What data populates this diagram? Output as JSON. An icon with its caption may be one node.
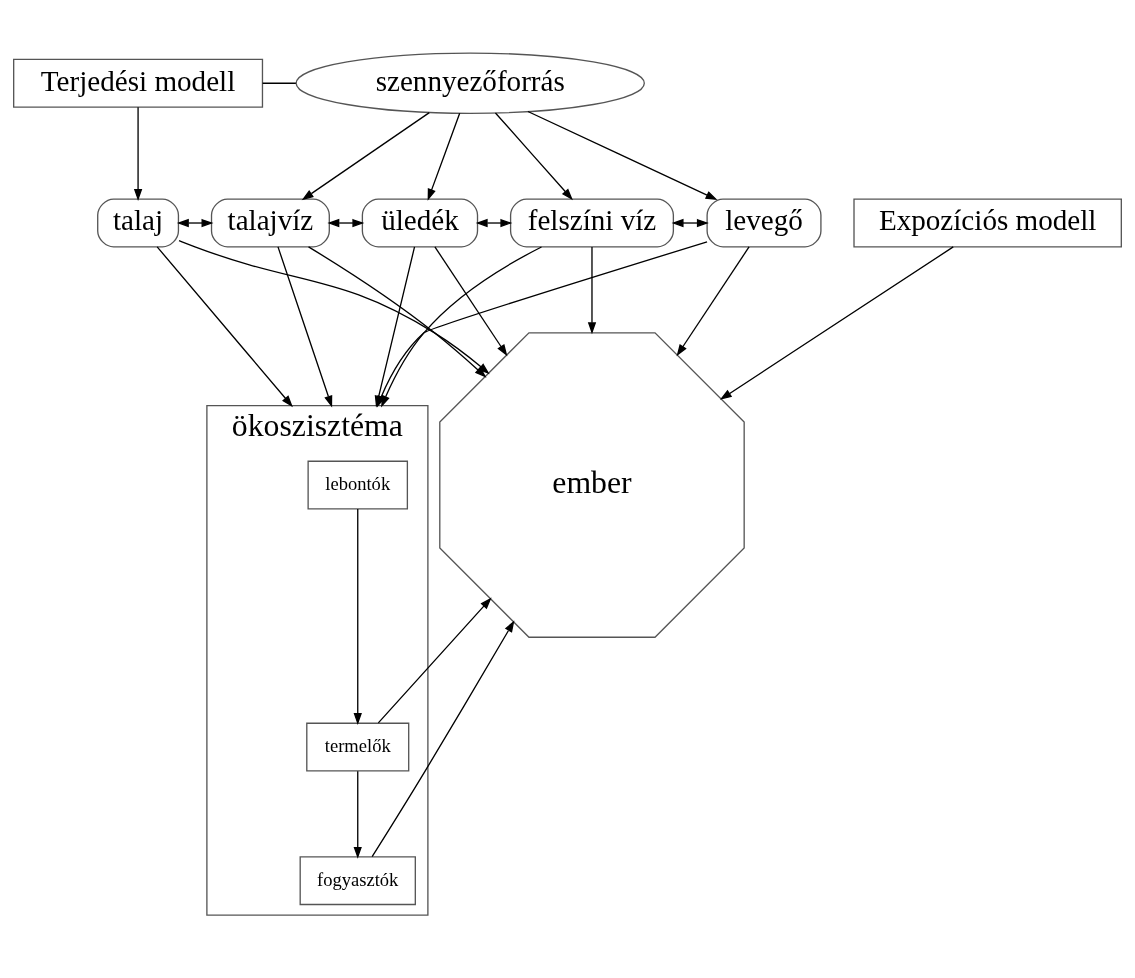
{
  "diagram": {
    "nodes": [
      {
        "text": [
          "Terjedési modell"
        ]
      },
      {
        "text": [
          "szennyezőforrás"
        ]
      },
      {
        "text": [
          "talaj"
        ]
      },
      {
        "text": [
          "talajvíz"
        ]
      },
      {
        "text": [
          "üledék"
        ]
      },
      {
        "text": [
          "felszíni víz"
        ]
      },
      {
        "text": [
          "levegő"
        ]
      },
      {
        "text": [
          "Expozíciós modell"
        ]
      },
      {
        "text": [
          "ember"
        ]
      },
      {
        "text": [
          "ökoszisztéma"
        ]
      },
      {
        "text": [
          "lebontók"
        ],
        "in": 9
      },
      {
        "text": [
          "termelők"
        ],
        "in": 9
      },
      {
        "text": [
          "fogyasztók"
        ],
        "in": 9
      }
    ],
    "edges": [
      {
        "from": 0,
        "to": 1,
        "arrow": "none"
      },
      {
        "from": 0,
        "to": 2,
        "arrow": "to"
      },
      {
        "from": 1,
        "to": 3,
        "arrow": "to"
      },
      {
        "from": 1,
        "to": 4,
        "arrow": "to"
      },
      {
        "from": 1,
        "to": 5,
        "arrow": "to"
      },
      {
        "from": 1,
        "to": 6,
        "arrow": "to"
      },
      {
        "from": 2,
        "to": 3,
        "arrow": "both"
      },
      {
        "from": 3,
        "to": 4,
        "arrow": "both"
      },
      {
        "from": 4,
        "to": 5,
        "arrow": "both"
      },
      {
        "from": 5,
        "to": 6,
        "arrow": "both"
      },
      {
        "from": 2,
        "to": 8,
        "arrow": "to"
      },
      {
        "from": 2,
        "to": 9,
        "arrow": "to"
      },
      {
        "from": 3,
        "to": 8,
        "arrow": "to"
      },
      {
        "from": 3,
        "to": 9,
        "arrow": "to"
      },
      {
        "from": 7,
        "to": 8,
        "arrow": "to"
      },
      {
        "from": 4,
        "to": 8,
        "arrow": "to"
      },
      {
        "from": 4,
        "to": 9,
        "arrow": "to"
      },
      {
        "from": 5,
        "to": 8,
        "arrow": "to"
      },
      {
        "from": 5,
        "to": 9,
        "arrow": "to"
      },
      {
        "from": 6,
        "to": 8,
        "arrow": "to"
      },
      {
        "from": 6,
        "to": 9,
        "arrow": "to"
      },
      {
        "from": 10,
        "to": 11,
        "arrow": "to"
      },
      {
        "from": 11,
        "to": 8,
        "arrow": "to"
      },
      {
        "from": 11,
        "to": 12,
        "arrow": "to"
      },
      {
        "from": 12,
        "to": 8,
        "arrow": "to"
      }
    ]
  }
}
